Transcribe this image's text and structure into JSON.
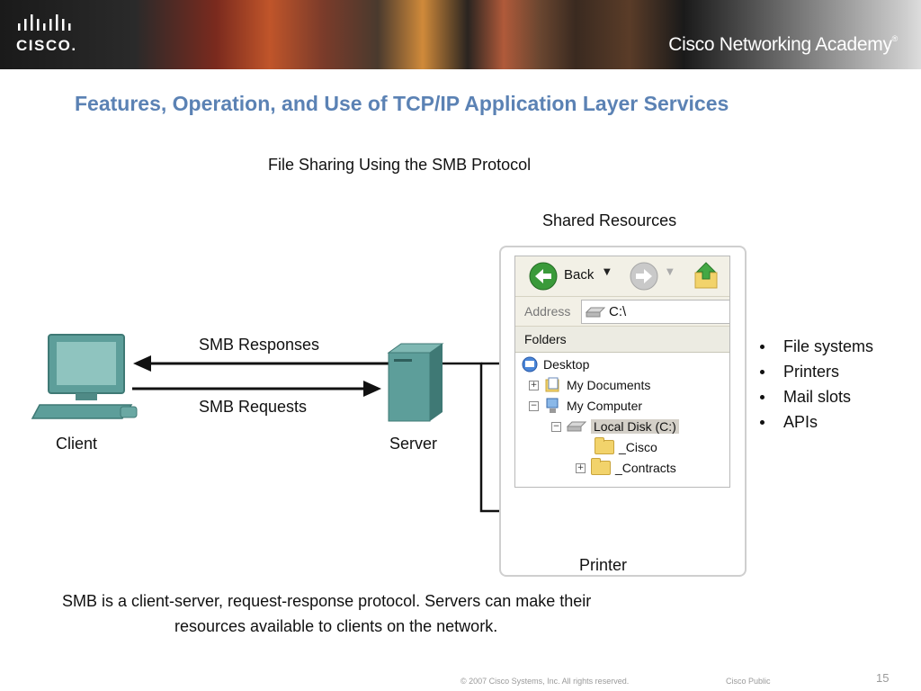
{
  "header": {
    "logo_text": "CISCO.",
    "academy_title": "Cisco Networking Academy",
    "academy_mark": "®"
  },
  "slide": {
    "title": "Features, Operation, and Use of TCP/IP Application Layer Services",
    "page_number": "15"
  },
  "diagram": {
    "title": "File Sharing Using the SMB Protocol",
    "shared_resources_title": "Shared Resources",
    "client_label": "Client",
    "server_label": "Server",
    "printer_label": "Printer",
    "responses_label": "SMB Responses",
    "requests_label": "SMB Requests",
    "explorer": {
      "back_label": "Back",
      "address_label": "Address",
      "address_value": "C:\\",
      "folders_label": "Folders",
      "tree": [
        {
          "label": "Desktop",
          "icon": "desktop-icon",
          "expander": ""
        },
        {
          "label": "My Documents",
          "icon": "documents-icon",
          "expander": "+"
        },
        {
          "label": "My Computer",
          "icon": "computer-icon",
          "expander": "−"
        },
        {
          "label": "Local Disk (C:)",
          "icon": "disk-icon",
          "expander": "−",
          "selected": true
        },
        {
          "label": "_Cisco",
          "icon": "folder-icon",
          "expander": ""
        },
        {
          "label": "_Contracts",
          "icon": "folder-icon",
          "expander": "+"
        }
      ]
    },
    "resources": [
      "File systems",
      "Printers",
      "Mail slots",
      "APIs"
    ],
    "colors": {
      "device_teal": "#5d9e9a",
      "device_dark": "#3f7975",
      "title_blue": "#5b82b4",
      "back_green": "#3a9a3a"
    }
  },
  "caption": {
    "line1": "SMB is a client-server, request-response protocol. Servers can make their",
    "line2": "resources available to clients on the network."
  },
  "footer": {
    "copyright": "© 2007 Cisco Systems, Inc. All rights reserved.",
    "classification": "Cisco Public"
  }
}
